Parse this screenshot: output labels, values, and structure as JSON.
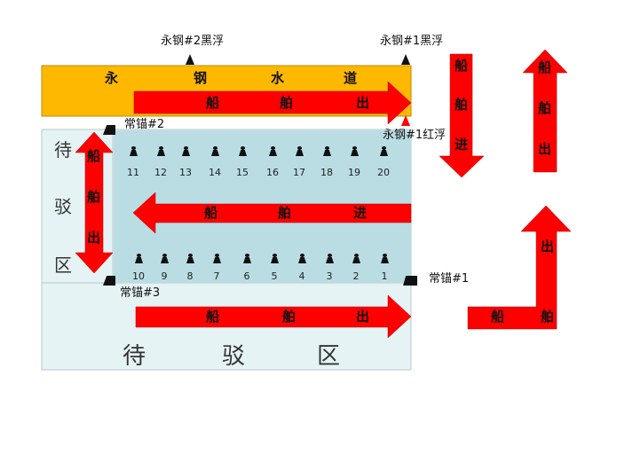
{
  "waterway": {
    "chars": [
      "永",
      "钢",
      "水",
      "道"
    ]
  },
  "buoys": {
    "black2": "永钢#2黑浮",
    "black1": "永钢#1黑浮",
    "red1": "永钢#1红浮"
  },
  "anchors": {
    "a1": "常锚#1",
    "a2": "常锚#2",
    "a3": "常锚#3"
  },
  "waiting_zone": {
    "chars": [
      "待",
      "驳",
      "区"
    ]
  },
  "left_zone": {
    "chars": [
      "待",
      "驳",
      "区"
    ]
  },
  "berths_top": [
    "11",
    "12",
    "13",
    "14",
    "15",
    "16",
    "17",
    "18",
    "19",
    "20"
  ],
  "berths_bottom": [
    "10",
    "9",
    "8",
    "7",
    "6",
    "5",
    "4",
    "3",
    "2",
    "1"
  ],
  "arrows": {
    "top_out": [
      "船",
      "舶",
      "出"
    ],
    "mid_in": [
      "船",
      "舶",
      "进"
    ],
    "bottom_out": [
      "船",
      "舶",
      "出"
    ],
    "left_vert_out": [
      "船",
      "舶",
      "出"
    ],
    "right_down_in": [
      "船",
      "舶",
      "进"
    ],
    "right_up_out": [
      "船",
      "舶",
      "出"
    ],
    "bend_out": [
      "船",
      "舶",
      "出"
    ]
  },
  "colors": {
    "arrow": "#ff0000",
    "waterway": "#ffb800",
    "dock": "#b9dde3",
    "waiting": "#e6f3f5"
  }
}
